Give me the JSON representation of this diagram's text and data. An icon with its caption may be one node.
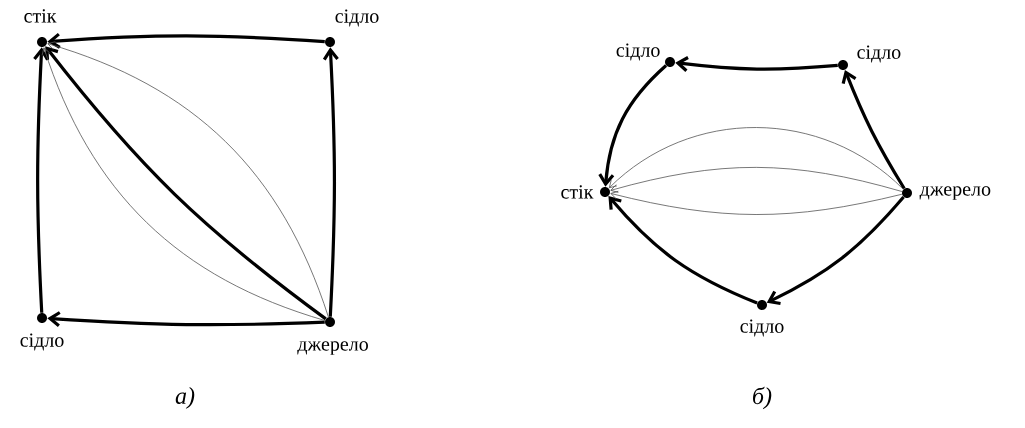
{
  "diagram": {
    "nodes": [
      {
        "text": [
          "стік"
        ]
      },
      {
        "text": [
          "сідло"
        ]
      },
      {
        "text": [
          "сідло"
        ]
      },
      {
        "text": [
          "джерело"
        ]
      },
      {
        "text": [
          "сідло"
        ]
      },
      {
        "text": [
          "сідло"
        ]
      },
      {
        "text": [
          "стік"
        ]
      },
      {
        "text": [
          "джерело"
        ]
      },
      {
        "text": [
          "сідло"
        ]
      }
    ],
    "edges": [
      {
        "from": 1,
        "to": 0,
        "arrow": "to"
      },
      {
        "from": 3,
        "to": 1,
        "arrow": "to"
      },
      {
        "from": 3,
        "to": 2,
        "arrow": "to"
      },
      {
        "from": 2,
        "to": 0,
        "arrow": "to"
      },
      {
        "from": 3,
        "to": 0,
        "arrow": "to"
      },
      {
        "from": 3,
        "to": 0,
        "arrow": "to",
        "color": "#555555"
      },
      {
        "from": 3,
        "to": 0,
        "arrow": "to",
        "color": "#555555"
      },
      {
        "from": 5,
        "to": 4,
        "arrow": "to"
      },
      {
        "from": 7,
        "to": 5,
        "arrow": "to"
      },
      {
        "from": 4,
        "to": 6,
        "arrow": "to"
      },
      {
        "from": 7,
        "to": 8,
        "arrow": "to"
      },
      {
        "from": 8,
        "to": 6,
        "arrow": "to"
      },
      {
        "from": 7,
        "to": 6,
        "arrow": "to",
        "color": "#555555"
      },
      {
        "from": 7,
        "to": 6,
        "arrow": "to",
        "color": "#555555"
      },
      {
        "from": 7,
        "to": 6,
        "arrow": "to",
        "color": "#555555"
      }
    ],
    "labels": [
      "а)",
      "б)"
    ]
  }
}
